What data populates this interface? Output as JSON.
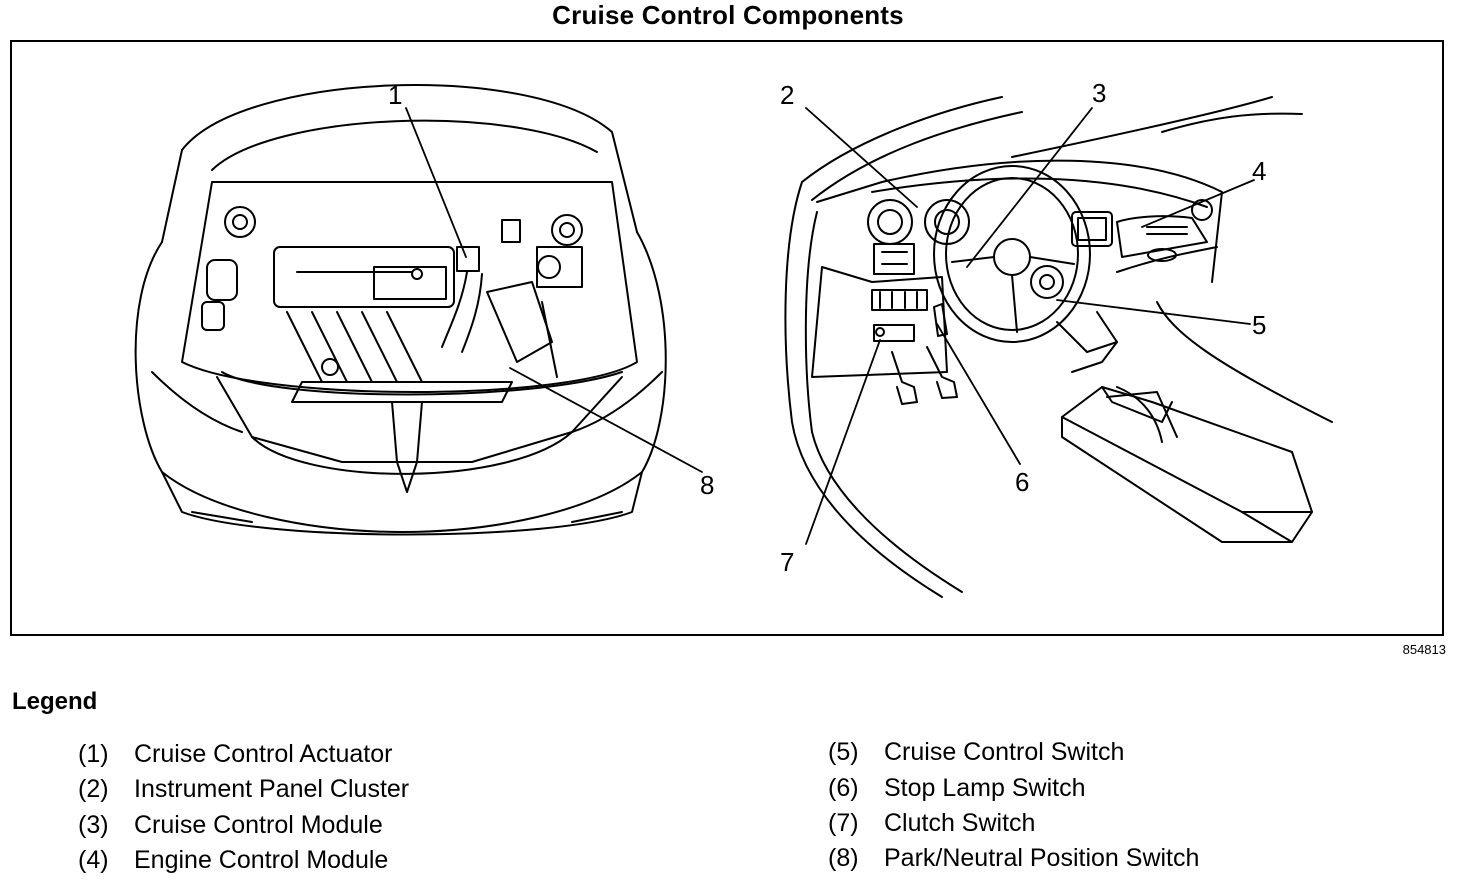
{
  "title": "Cruise Control Components",
  "figure_id": "854813",
  "callouts": [
    "1",
    "2",
    "3",
    "4",
    "5",
    "6",
    "7",
    "8"
  ],
  "legend": {
    "heading": "Legend",
    "items": [
      {
        "num": "(1)",
        "label": "Cruise Control Actuator"
      },
      {
        "num": "(2)",
        "label": "Instrument Panel Cluster"
      },
      {
        "num": "(3)",
        "label": "Cruise Control Module"
      },
      {
        "num": "(4)",
        "label": "Engine Control Module"
      },
      {
        "num": "(5)",
        "label": "Cruise Control Switch"
      },
      {
        "num": "(6)",
        "label": "Stop Lamp Switch"
      },
      {
        "num": "(7)",
        "label": "Clutch Switch"
      },
      {
        "num": "(8)",
        "label": "Park/Neutral Position Switch"
      }
    ]
  }
}
